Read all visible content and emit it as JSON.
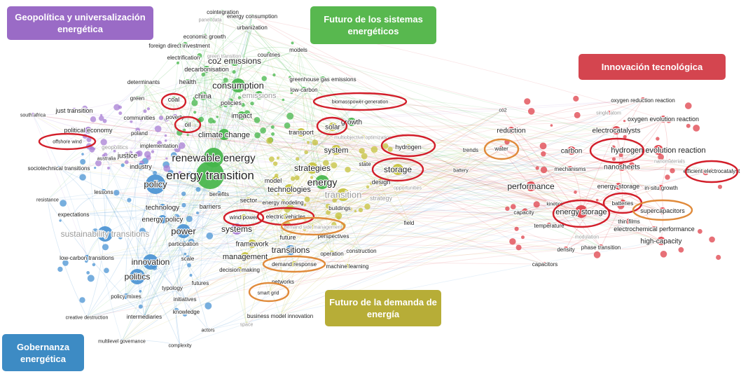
{
  "clusters": [
    {
      "key": "geo",
      "label": "Geopolítica y universalización energética",
      "color": "#9a6bc6"
    },
    {
      "key": "fut",
      "label": "Futuro de los sistemas energéticos",
      "color": "#58b84f"
    },
    {
      "key": "inn",
      "label": "Innovación tecnológica",
      "color": "#d4454f"
    },
    {
      "key": "dem",
      "label": "Futuro de la demanda de energía",
      "color": "#b7ad37"
    },
    {
      "key": "gob",
      "label": "Gobernanza energética",
      "color": "#3d8bc4"
    }
  ],
  "colors": {
    "purple": "#a87fd4",
    "green": "#44b54a",
    "red": "#df4049",
    "yellow": "#c6c23c",
    "blue": "#4a93d3",
    "highlight_red": "#d21e2a",
    "highlight_orange": "#e08a3a"
  },
  "terms": [
    {
      "label": "energy transition",
      "cluster": "green"
    },
    {
      "label": "renewable energy",
      "cluster": "green"
    },
    {
      "label": "consumption",
      "cluster": "green"
    },
    {
      "label": "co2 emissions",
      "cluster": "green"
    },
    {
      "label": "climate change",
      "cluster": "green"
    },
    {
      "label": "impact",
      "cluster": "green"
    },
    {
      "label": "policies",
      "cluster": "green"
    },
    {
      "label": "emissions",
      "cluster": "green"
    },
    {
      "label": "china",
      "cluster": "green"
    },
    {
      "label": "health",
      "cluster": "green"
    },
    {
      "label": "coal",
      "cluster": "green"
    },
    {
      "label": "oil",
      "cluster": "green"
    },
    {
      "label": "decarbonisation",
      "cluster": "green"
    },
    {
      "label": "electrification",
      "cluster": "green"
    },
    {
      "label": "economic growth",
      "cluster": "green"
    },
    {
      "label": "foreign direct investment",
      "cluster": "green"
    },
    {
      "label": "urbanization",
      "cluster": "green"
    },
    {
      "label": "countries",
      "cluster": "green"
    },
    {
      "label": "models",
      "cluster": "green"
    },
    {
      "label": "cointegration",
      "cluster": "green"
    },
    {
      "label": "energy consumption",
      "cluster": "green"
    },
    {
      "label": "panel data",
      "cluster": "green"
    },
    {
      "label": "green transition",
      "cluster": "green"
    },
    {
      "label": "greenhouse gas emissions",
      "cluster": "green"
    },
    {
      "label": "low-carbon",
      "cluster": "green"
    },
    {
      "label": "determinants",
      "cluster": "green"
    },
    {
      "label": "green",
      "cluster": "green"
    },
    {
      "label": "growth",
      "cluster": "green"
    },
    {
      "label": "biomasspower-generation",
      "cluster": "green"
    },
    {
      "label": "solar",
      "cluster": "yellow"
    },
    {
      "label": "transport",
      "cluster": "yellow"
    },
    {
      "label": "system",
      "cluster": "yellow"
    },
    {
      "label": "strategies",
      "cluster": "yellow"
    },
    {
      "label": "energy",
      "cluster": "green"
    },
    {
      "label": "transition",
      "cluster": "yellow"
    },
    {
      "label": "technologies",
      "cluster": "yellow"
    },
    {
      "label": "energy modeling",
      "cluster": "yellow"
    },
    {
      "label": "model",
      "cluster": "yellow"
    },
    {
      "label": "sector",
      "cluster": "yellow"
    },
    {
      "label": "buildings",
      "cluster": "yellow"
    },
    {
      "label": "design",
      "cluster": "yellow"
    },
    {
      "label": "opportunities",
      "cluster": "yellow"
    },
    {
      "label": "strategy",
      "cluster": "yellow"
    },
    {
      "label": "state",
      "cluster": "yellow"
    },
    {
      "label": "storage",
      "cluster": "yellow"
    },
    {
      "label": "hydrogen",
      "cluster": "yellow"
    },
    {
      "label": "multiobjective optimization",
      "cluster": "yellow"
    },
    {
      "label": "trends",
      "cluster": "yellow"
    },
    {
      "label": "battery",
      "cluster": "yellow"
    },
    {
      "label": "field",
      "cluster": "yellow"
    },
    {
      "label": "wind power",
      "cluster": "yellow"
    },
    {
      "label": "electric vehicles",
      "cluster": "yellow"
    },
    {
      "label": "demand side management",
      "cluster": "yellow"
    },
    {
      "label": "perspectives",
      "cluster": "yellow"
    },
    {
      "label": "future",
      "cluster": "yellow"
    },
    {
      "label": "framework",
      "cluster": "yellow"
    },
    {
      "label": "transitions",
      "cluster": "blue"
    },
    {
      "label": "management",
      "cluster": "yellow"
    },
    {
      "label": "decision-making",
      "cluster": "yellow"
    },
    {
      "label": "operation",
      "cluster": "yellow"
    },
    {
      "label": "construction",
      "cluster": "yellow"
    },
    {
      "label": "demand response",
      "cluster": "yellow"
    },
    {
      "label": "machine learning",
      "cluster": "yellow"
    },
    {
      "label": "networks",
      "cluster": "yellow"
    },
    {
      "label": "smart grid",
      "cluster": "yellow"
    },
    {
      "label": "business model innovation",
      "cluster": "yellow"
    },
    {
      "label": "space",
      "cluster": "yellow"
    },
    {
      "label": "benefits",
      "cluster": "blue"
    },
    {
      "label": "technology",
      "cluster": "blue"
    },
    {
      "label": "barriers",
      "cluster": "blue"
    },
    {
      "label": "policy",
      "cluster": "blue"
    },
    {
      "label": "industry",
      "cluster": "blue"
    },
    {
      "label": "energy policy",
      "cluster": "blue"
    },
    {
      "label": "sustainability transitions",
      "cluster": "blue"
    },
    {
      "label": "power",
      "cluster": "blue"
    },
    {
      "label": "systems",
      "cluster": "purple"
    },
    {
      "label": "participation",
      "cluster": "blue"
    },
    {
      "label": "scale",
      "cluster": "blue"
    },
    {
      "label": "innovation",
      "cluster": "blue"
    },
    {
      "label": "politics",
      "cluster": "blue"
    },
    {
      "label": "low-carbon transitions",
      "cluster": "blue"
    },
    {
      "label": "expectations",
      "cluster": "blue"
    },
    {
      "label": "lessons",
      "cluster": "blue"
    },
    {
      "label": "resistance",
      "cluster": "blue"
    },
    {
      "label": "sociotechnical transitions",
      "cluster": "blue"
    },
    {
      "label": "typology",
      "cluster": "blue"
    },
    {
      "label": "futures",
      "cluster": "blue"
    },
    {
      "label": "initiatives",
      "cluster": "blue"
    },
    {
      "label": "policy mixes",
      "cluster": "blue"
    },
    {
      "label": "knowledge",
      "cluster": "blue"
    },
    {
      "label": "intermediaries",
      "cluster": "blue"
    },
    {
      "label": "creative destruction",
      "cluster": "blue"
    },
    {
      "label": "actors",
      "cluster": "blue"
    },
    {
      "label": "multilevel governance",
      "cluster": "blue"
    },
    {
      "label": "complexity",
      "cluster": "blue"
    },
    {
      "label": "just transition",
      "cluster": "purple"
    },
    {
      "label": "south africa",
      "cluster": "purple"
    },
    {
      "label": "communities",
      "cluster": "purple"
    },
    {
      "label": "poverty",
      "cluster": "purple"
    },
    {
      "label": "political economy",
      "cluster": "purple"
    },
    {
      "label": "poland",
      "cluster": "purple"
    },
    {
      "label": "implementation",
      "cluster": "purple"
    },
    {
      "label": "geopolitics",
      "cluster": "purple"
    },
    {
      "label": "australia",
      "cluster": "purple"
    },
    {
      "label": "justice",
      "cluster": "purple"
    },
    {
      "label": "offshore wind",
      "cluster": "purple"
    },
    {
      "label": "performance",
      "cluster": "red"
    },
    {
      "label": "reduction",
      "cluster": "red"
    },
    {
      "label": "co2",
      "cluster": "red"
    },
    {
      "label": "water",
      "cluster": "red"
    },
    {
      "label": "carbon",
      "cluster": "red"
    },
    {
      "label": "mechanisms",
      "cluster": "red"
    },
    {
      "label": "capacity",
      "cluster": "red"
    },
    {
      "label": "energy storage",
      "cluster": "red"
    },
    {
      "label": "temperature",
      "cluster": "red"
    },
    {
      "label": "density",
      "cluster": "red"
    },
    {
      "label": "capacitors",
      "cluster": "red"
    },
    {
      "label": "phase transition",
      "cluster": "red"
    },
    {
      "label": "modulation",
      "cluster": "red"
    },
    {
      "label": "high-capacity",
      "cluster": "red"
    },
    {
      "label": "electrochemical performance",
      "cluster": "red"
    },
    {
      "label": "supercapacitors",
      "cluster": "red"
    },
    {
      "label": "batteries",
      "cluster": "red"
    },
    {
      "label": "thin films",
      "cluster": "red"
    },
    {
      "label": "in-situ growth",
      "cluster": "red"
    },
    {
      "label": "energy-storage",
      "cluster": "red"
    },
    {
      "label": "nanosheets",
      "cluster": "red"
    },
    {
      "label": "hydrogen evolution reaction",
      "cluster": "red"
    },
    {
      "label": "efficient electrocatalyst",
      "cluster": "red"
    },
    {
      "label": "nanomaterials",
      "cluster": "red"
    },
    {
      "label": "electrocatalysts",
      "cluster": "red"
    },
    {
      "label": "oxygen evolution reaction",
      "cluster": "red"
    },
    {
      "label": "oxygen reduction reaction",
      "cluster": "red"
    },
    {
      "label": "single atom",
      "cluster": "red"
    },
    {
      "label": "kinetics",
      "cluster": "red"
    }
  ]
}
